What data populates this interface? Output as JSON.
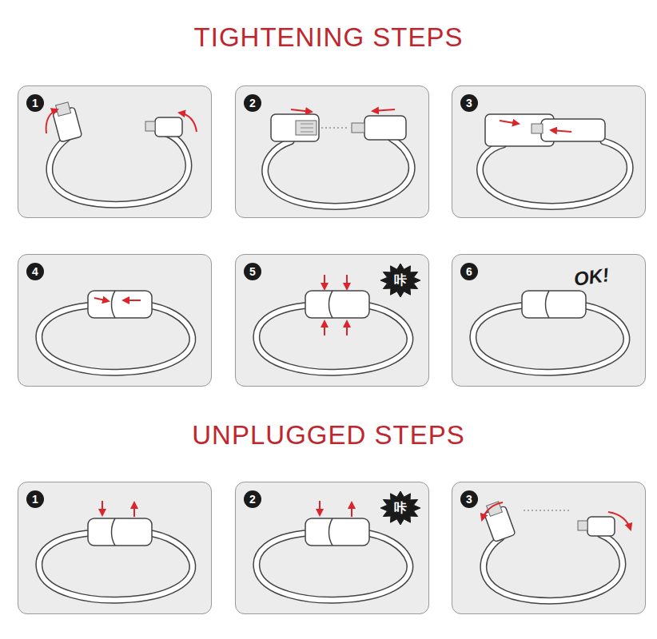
{
  "diagram": {
    "title": "TIGHTENING STEPS",
    "nodes": [
      {
        "text": [
          "1"
        ]
      },
      {
        "text": [
          "2"
        ]
      },
      {
        "text": [
          "3"
        ]
      },
      {
        "text": [
          "4"
        ]
      },
      {
        "text": [
          "5"
        ]
      },
      {
        "text": [
          "咔"
        ],
        "in": 4
      },
      {
        "text": [
          "6",
          "OK!"
        ]
      },
      {
        "text": [
          "1"
        ]
      },
      {
        "text": [
          "2"
        ]
      },
      {
        "text": [
          "咔"
        ],
        "in": 8
      },
      {
        "text": [
          "3"
        ]
      }
    ],
    "labels": [
      "UNPLUGGED STEPS"
    ]
  }
}
